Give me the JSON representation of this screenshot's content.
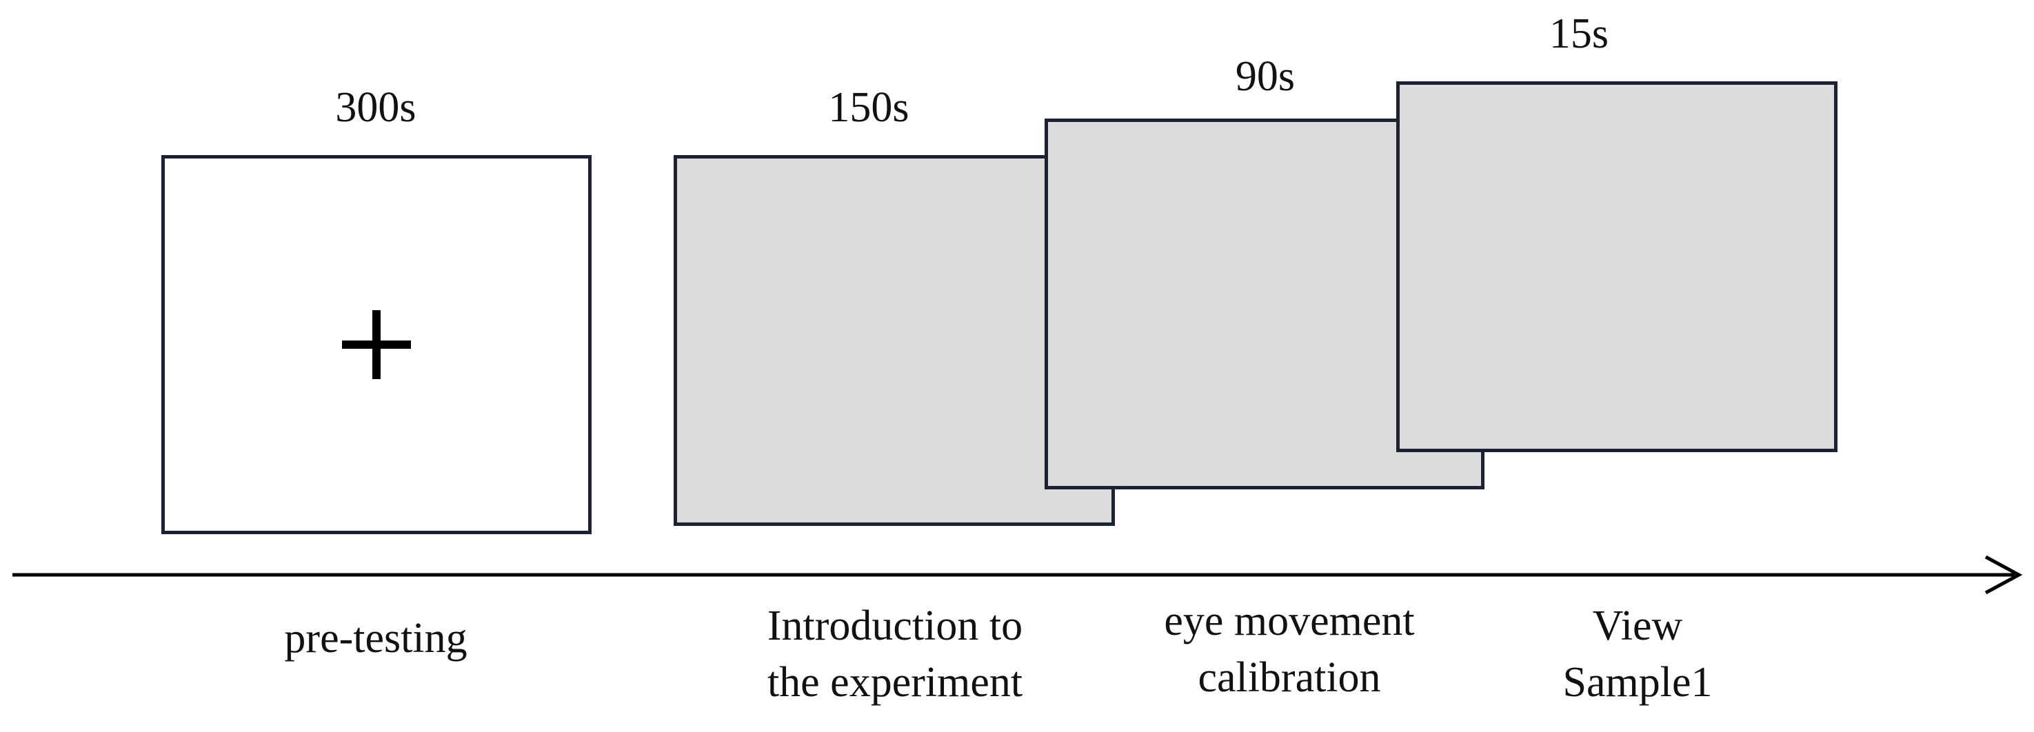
{
  "stages": [
    {
      "duration": "300s",
      "label_lines": [
        "pre-testing"
      ],
      "screen": "fixation-cross"
    },
    {
      "duration": "150s",
      "label_lines": [
        "Introduction to",
        "the experiment"
      ],
      "screen": "gray"
    },
    {
      "duration": "90s",
      "label_lines": [
        "eye movement",
        "calibration"
      ],
      "screen": "gray"
    },
    {
      "duration": "15s",
      "label_lines": [
        "View",
        "Sample1"
      ],
      "screen": "gray"
    }
  ],
  "colors": {
    "screen_fill": "#dcdcdc",
    "screen_border": "#1c2233",
    "timeline": "#000000"
  },
  "icons": {
    "fixation": "plus-icon",
    "timeline_head": "arrow-right-icon"
  }
}
